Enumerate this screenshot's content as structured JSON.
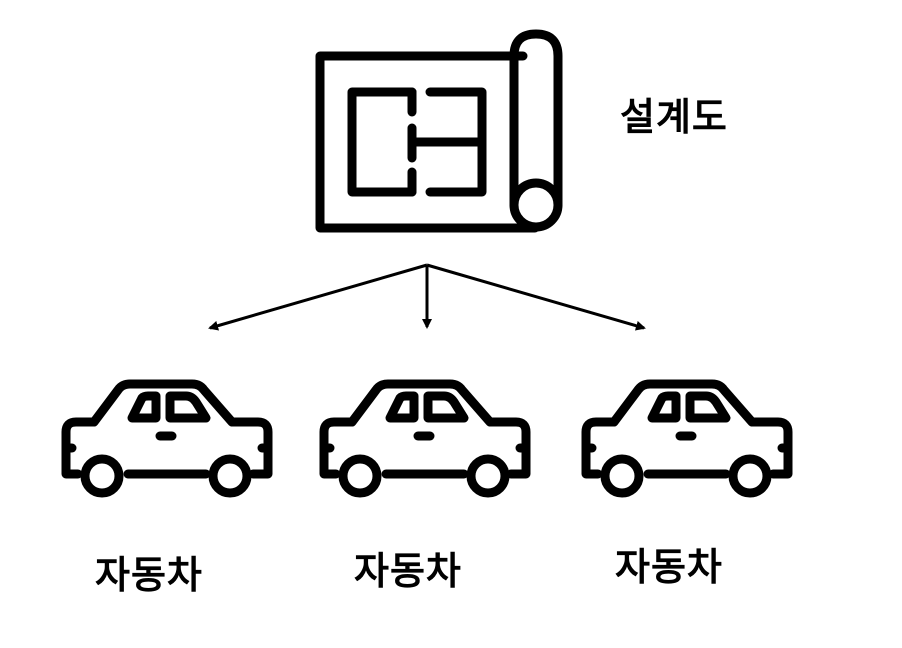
{
  "blueprint": {
    "icon": "blueprint-icon",
    "label": "설계도"
  },
  "cars": [
    {
      "icon": "car-icon",
      "label": "자동차"
    },
    {
      "icon": "car-icon",
      "label": "자동차"
    },
    {
      "icon": "car-icon",
      "label": "자동차"
    }
  ],
  "colors": {
    "stroke": "#000000",
    "background": "#ffffff"
  }
}
